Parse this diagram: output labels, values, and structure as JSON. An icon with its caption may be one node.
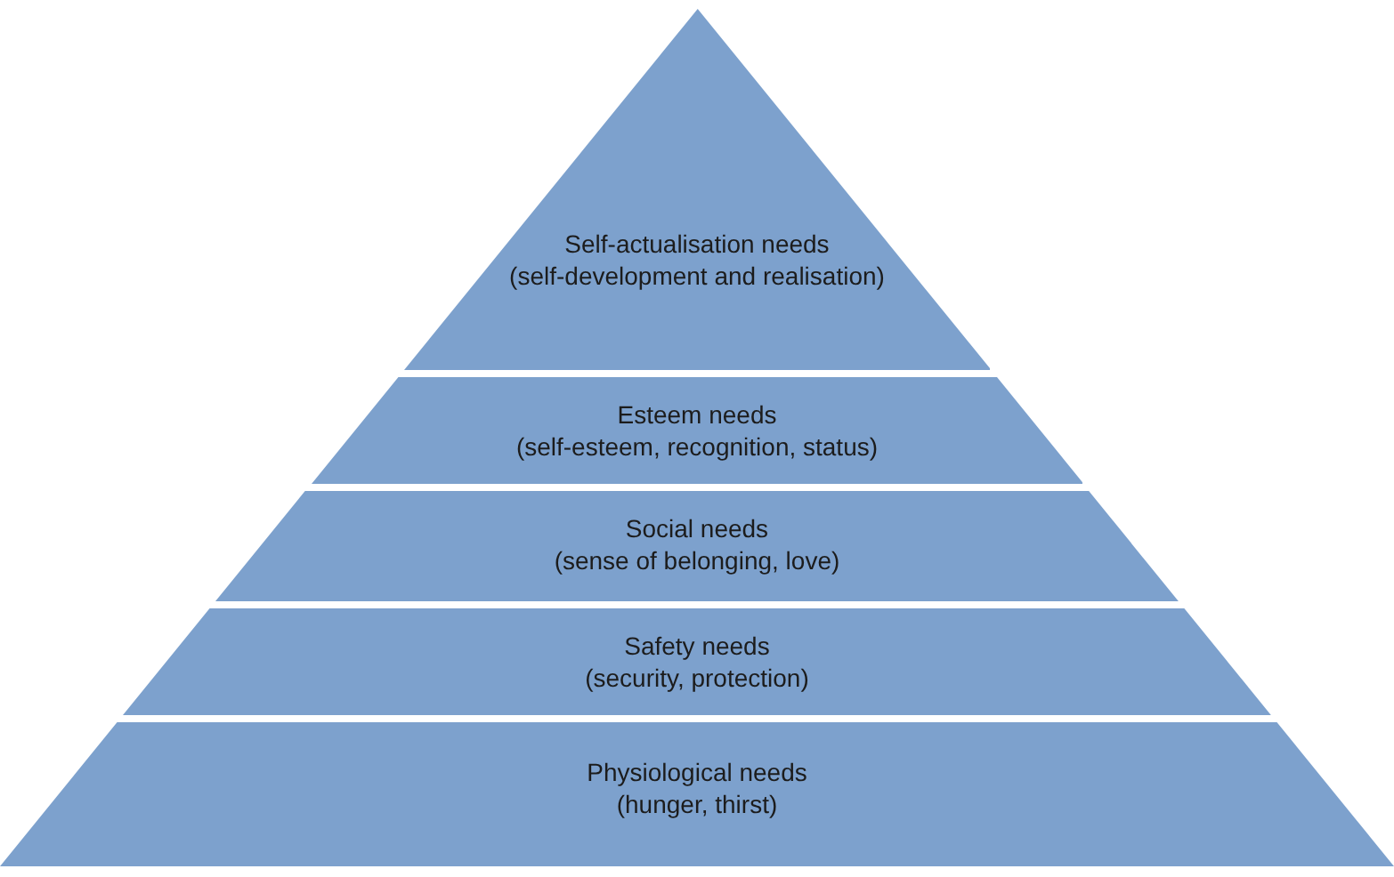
{
  "diagram": {
    "nodes": [
      {
        "text": [
          "Self-actualisation needs",
          "(self-development and realisation)"
        ]
      },
      {
        "text": [
          "Esteem needs",
          "(self-esteem, recognition, status)"
        ]
      },
      {
        "text": [
          "Social needs",
          "(sense of belonging, love)"
        ]
      },
      {
        "text": [
          "Safety needs",
          "(security, protection)"
        ]
      },
      {
        "text": [
          "Physiological needs",
          "(hunger, thirst)"
        ]
      }
    ]
  }
}
